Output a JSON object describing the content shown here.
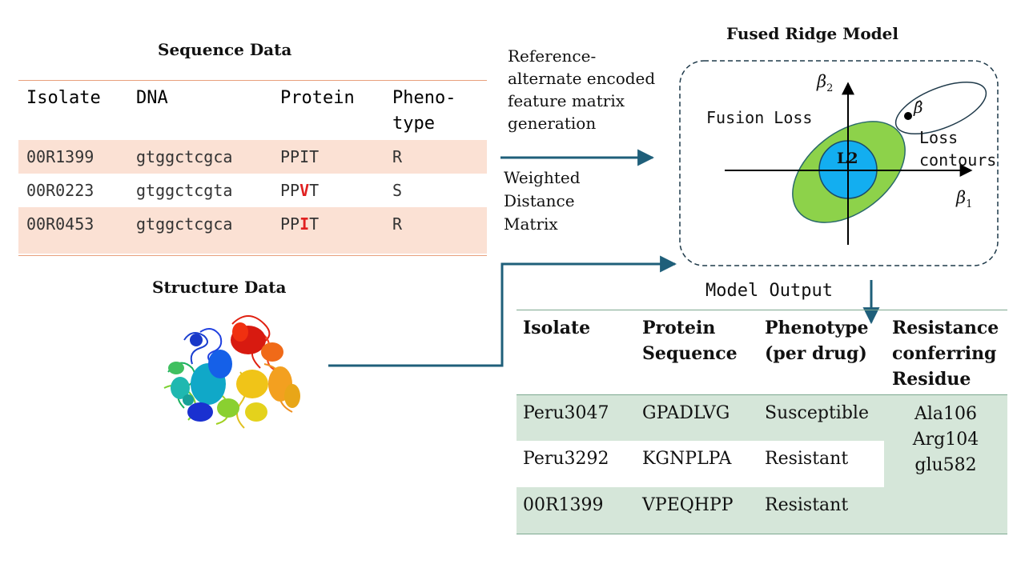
{
  "sequence": {
    "title": "Sequence Data",
    "headers": [
      "Isolate",
      "DNA",
      "Protein",
      "Pheno-",
      "type"
    ],
    "rows": [
      {
        "isolate": "00R1399",
        "dna": "gtggctcgca",
        "protein_pre": "PPIT",
        "protein_hl": "",
        "protein_post": "",
        "phenotype": "R"
      },
      {
        "isolate": "00R0223",
        "dna": "gtggctcgta",
        "protein_pre": "PP",
        "protein_hl": "V",
        "protein_post": "T",
        "phenotype": "S"
      },
      {
        "isolate": "00R0453",
        "dna": "gtggctcgca",
        "protein_pre": "PP",
        "protein_hl": "I",
        "protein_post": "T",
        "phenotype": "R"
      }
    ]
  },
  "structure": {
    "title": "Structure Data"
  },
  "arrows": {
    "feature_label_lines": [
      "Reference-",
      "alternate encoded",
      "feature matrix",
      "generation"
    ],
    "distance_label_lines": [
      "Weighted",
      "Distance",
      "Matrix"
    ]
  },
  "model": {
    "title": "Fused Ridge Model",
    "fusion_loss": "Fusion Loss",
    "l2": "L2",
    "loss_contours_lines": [
      "Loss",
      "contours"
    ],
    "beta1": "β",
    "beta1_sub": "1",
    "beta2": "β",
    "beta2_sub": "2",
    "beta_hat": "β̂"
  },
  "output": {
    "title": "Model Output",
    "headers": {
      "isolate": "Isolate",
      "protein": [
        "Protein",
        "Sequence"
      ],
      "phenotype": [
        "Phenotype",
        "(per drug)"
      ],
      "residue": [
        "Resistance",
        "conferring",
        "Residue"
      ]
    },
    "rows": [
      {
        "isolate": "Peru3047",
        "protein": "GPADLVG",
        "phenotype": "Susceptible"
      },
      {
        "isolate": "Peru3292",
        "protein": "KGNPLPA",
        "phenotype": "Resistant"
      },
      {
        "isolate": "00R1399",
        "protein": "VPEQHPP",
        "phenotype": "Resistant"
      }
    ],
    "residues": [
      "Ala106",
      "Arg104",
      "glu582"
    ]
  },
  "colors": {
    "arrow": "#1f5f7a",
    "green": "#8dd24a",
    "blue": "#13aef0",
    "seq_shade": "#fbe1d4",
    "seq_line": "#e8a07c",
    "out_shade": "#d5e6d9",
    "highlight": "#e02020"
  }
}
